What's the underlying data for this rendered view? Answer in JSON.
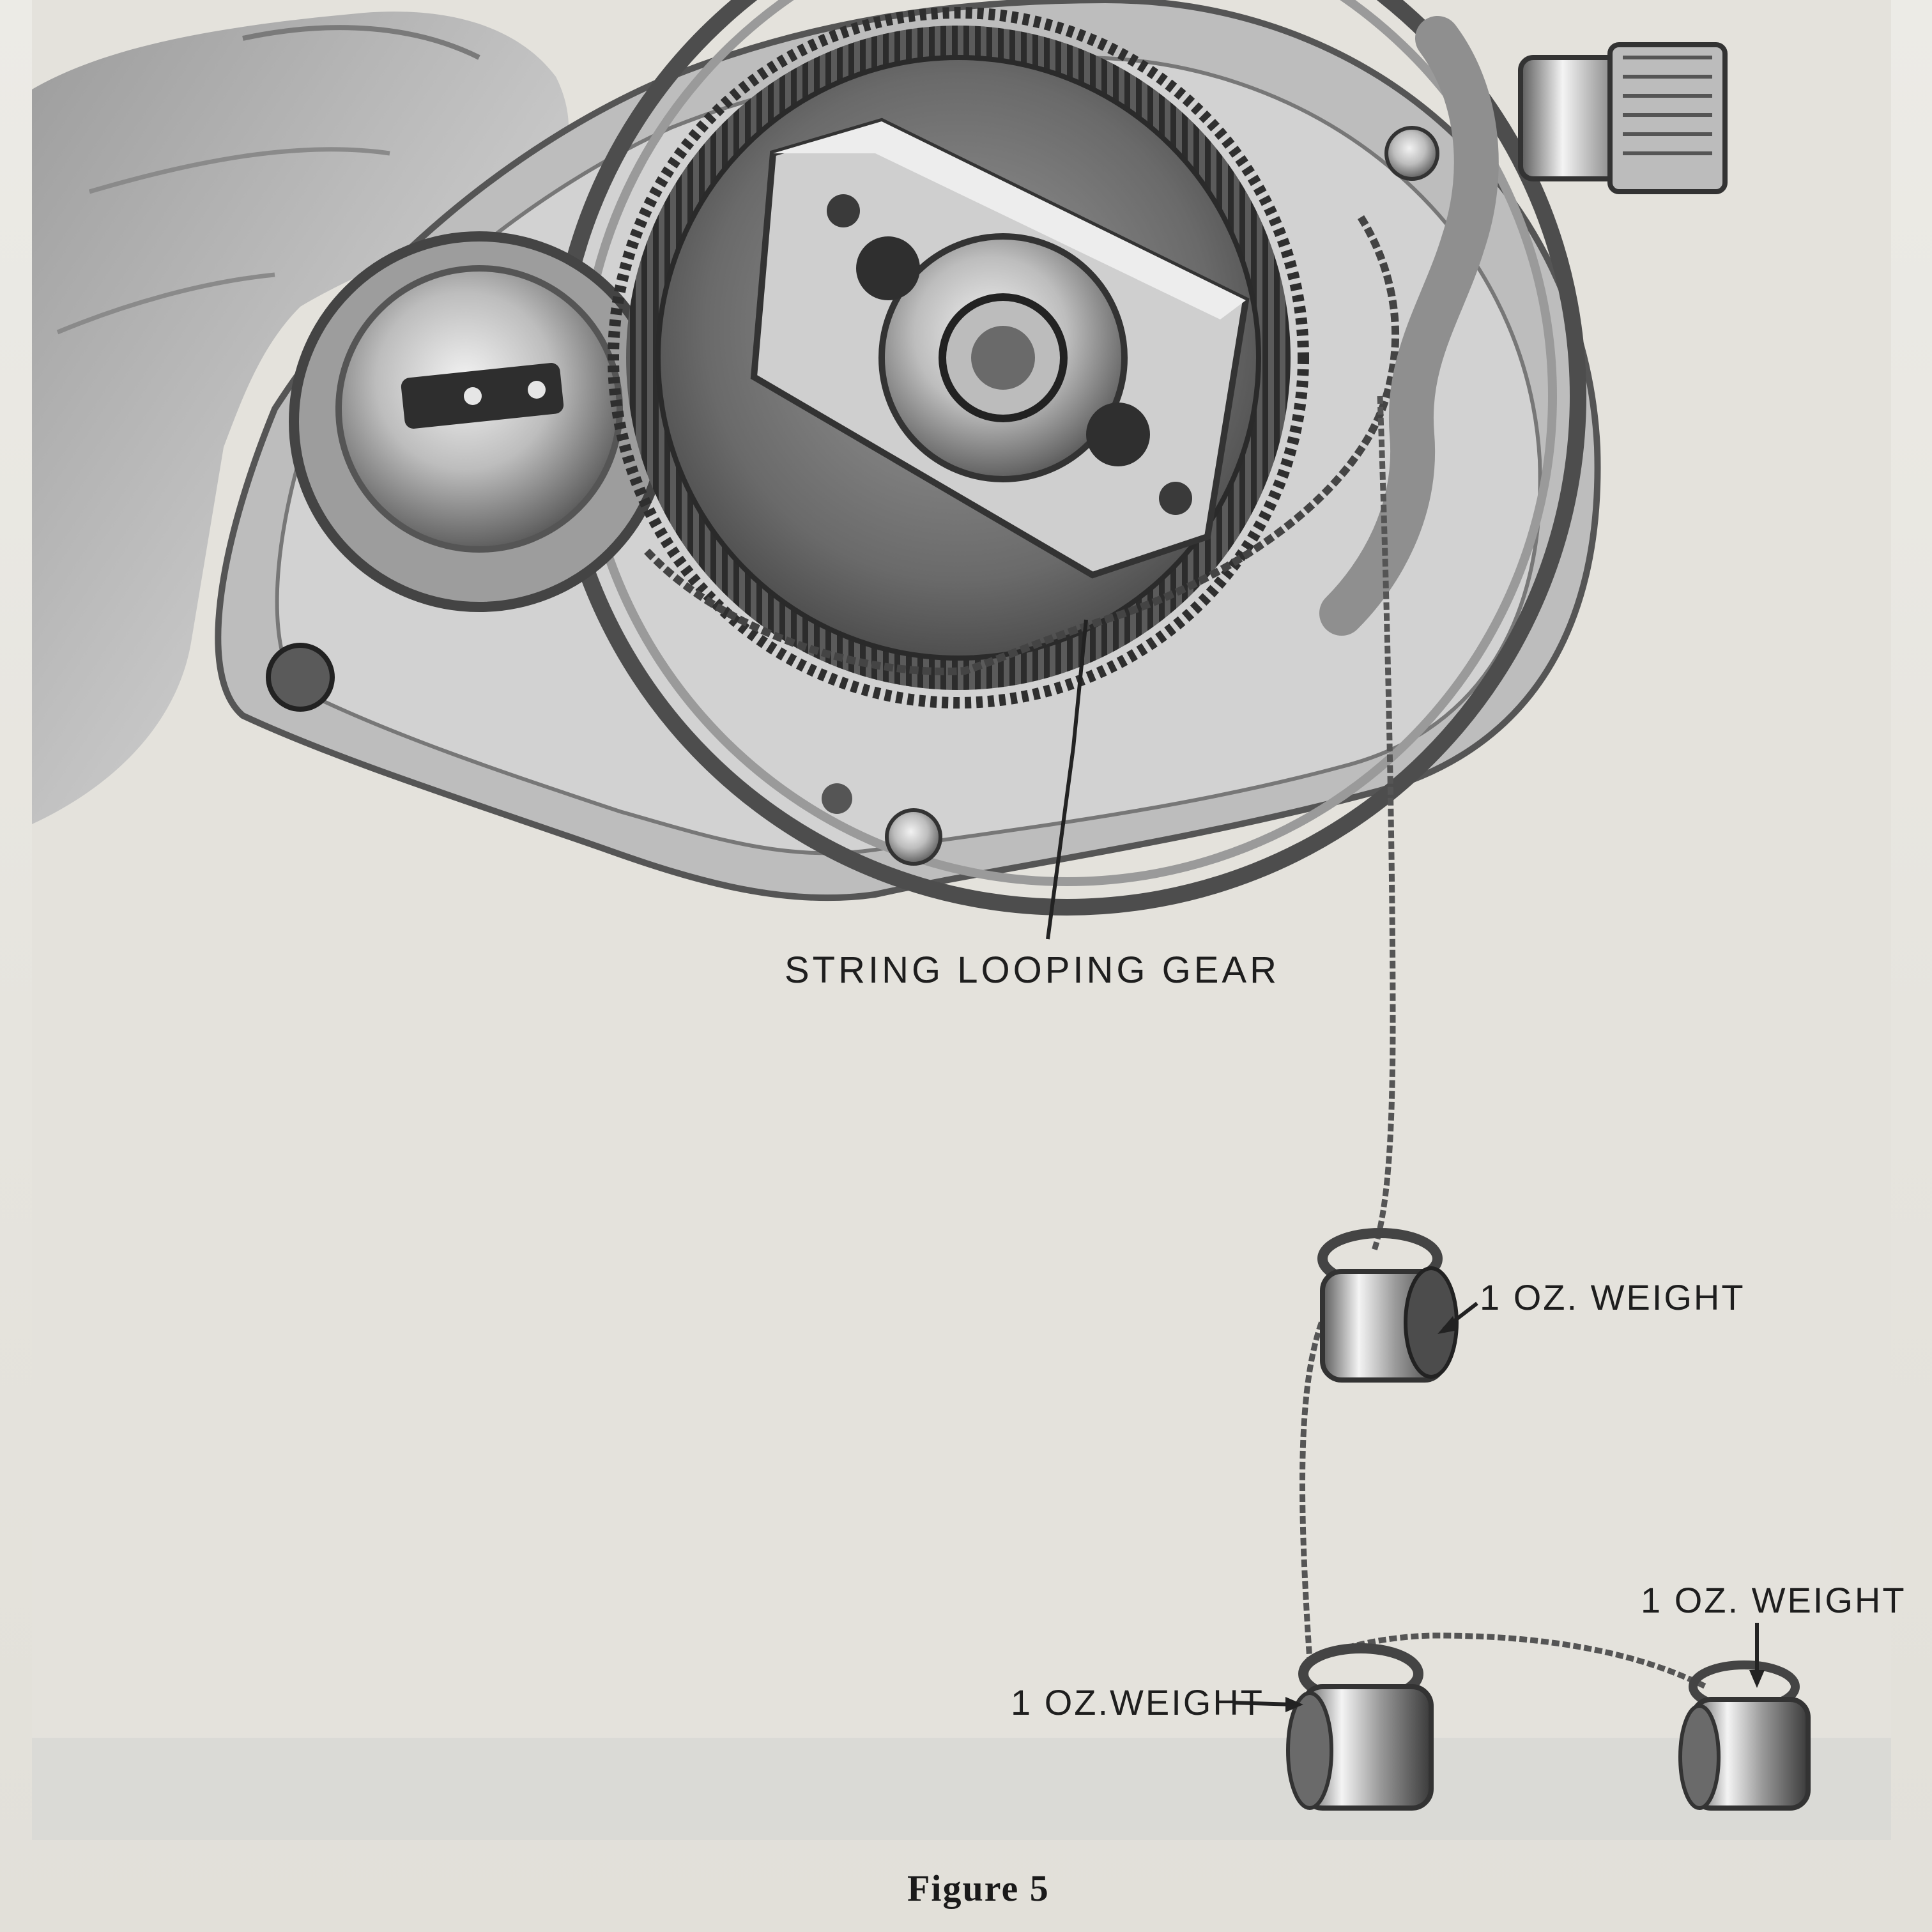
{
  "figure": {
    "labels": {
      "gear": "STRING LOOPING GEAR",
      "weight_upper": "1 OZ. WEIGHT",
      "weight_lower_left": "1 OZ.WEIGHT",
      "weight_lower_right": "1 OZ. WEIGHT"
    },
    "caption": "Figure 5"
  },
  "colors": {
    "paper": "#e9e6df",
    "ink": "#1e1e1e",
    "metal_dark": "#3a3a3a",
    "metal_mid": "#8a8a8a",
    "metal_light": "#d6d6d6"
  }
}
